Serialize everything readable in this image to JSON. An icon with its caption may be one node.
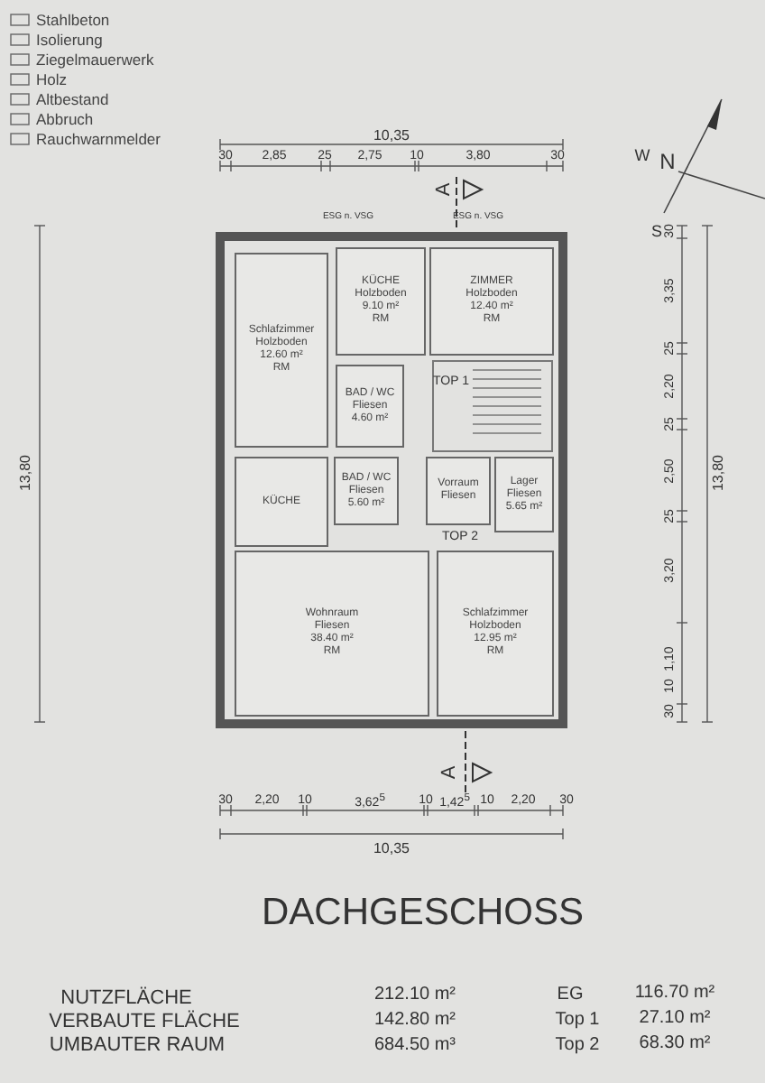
{
  "diagram": {
    "title": "DACHGESCHOSS",
    "nodes": [
      {
        "text": [
          "Schlafzimmer",
          "Holzboden",
          "12.60 m²",
          "RM"
        ]
      },
      {
        "text": [
          "KÜCHE",
          "Holzboden",
          "9.10 m²",
          "RM"
        ]
      },
      {
        "text": [
          "ZIMMER",
          "Holzboden",
          "12.40 m²",
          "RM"
        ]
      },
      {
        "text": [
          "BAD / WC",
          "Fliesen",
          "4.60 m²"
        ]
      },
      {
        "text": [
          "KÜCHE"
        ]
      },
      {
        "text": [
          "BAD / WC",
          "Fliesen",
          "5.60 m²"
        ]
      },
      {
        "text": [
          "Vorraum",
          "Fliesen"
        ]
      },
      {
        "text": [
          "Lager",
          "Fliesen",
          "5.65 m²"
        ]
      },
      {
        "text": [
          "Wohnraum",
          "Fliesen",
          "38.40 m²",
          "RM"
        ]
      },
      {
        "text": [
          "Schlafzimmer",
          "Holzboden",
          "12.95 m²",
          "RM"
        ]
      }
    ],
    "edges": [],
    "labels": [
      "10,35",
      "30",
      "2,85",
      "25",
      "2,75",
      "10",
      "3,80",
      "30",
      "A",
      "W",
      "N",
      "S",
      "ESG n. VSG",
      "ESG n. VSG",
      "TOP 1",
      "TOP 2",
      "13,80",
      "30",
      "3,35",
      "25",
      "2,20",
      "25",
      "2,50",
      "25",
      "3,20",
      "1,10",
      "10",
      "30",
      "13,80",
      "A",
      "30",
      "2,20",
      "10",
      "3,62$^{5}$",
      "10",
      "1,42$^{5}$",
      "10",
      "2,20",
      "30",
      "10,35",
      "NUTZFLÄCHE",
      "212.10 m²",
      "EG",
      "116.70 m²",
      "VERBAUTE FLÄCHE",
      "142.80 m²",
      "Top 1",
      "27.10 m²",
      "UMBAUTER RAUM",
      "684.50 m³",
      "Top 2",
      "68.30 m²"
    ],
    "legend": [
      {
        "text": "Stahlbeton"
      },
      {
        "text": "Isolierung"
      },
      {
        "text": "Ziegelmauerwerk"
      },
      {
        "text": "Holz"
      },
      {
        "text": "Altbestand"
      },
      {
        "text": "Abbruch"
      },
      {
        "text": "Rauchwarnmelder"
      }
    ]
  }
}
